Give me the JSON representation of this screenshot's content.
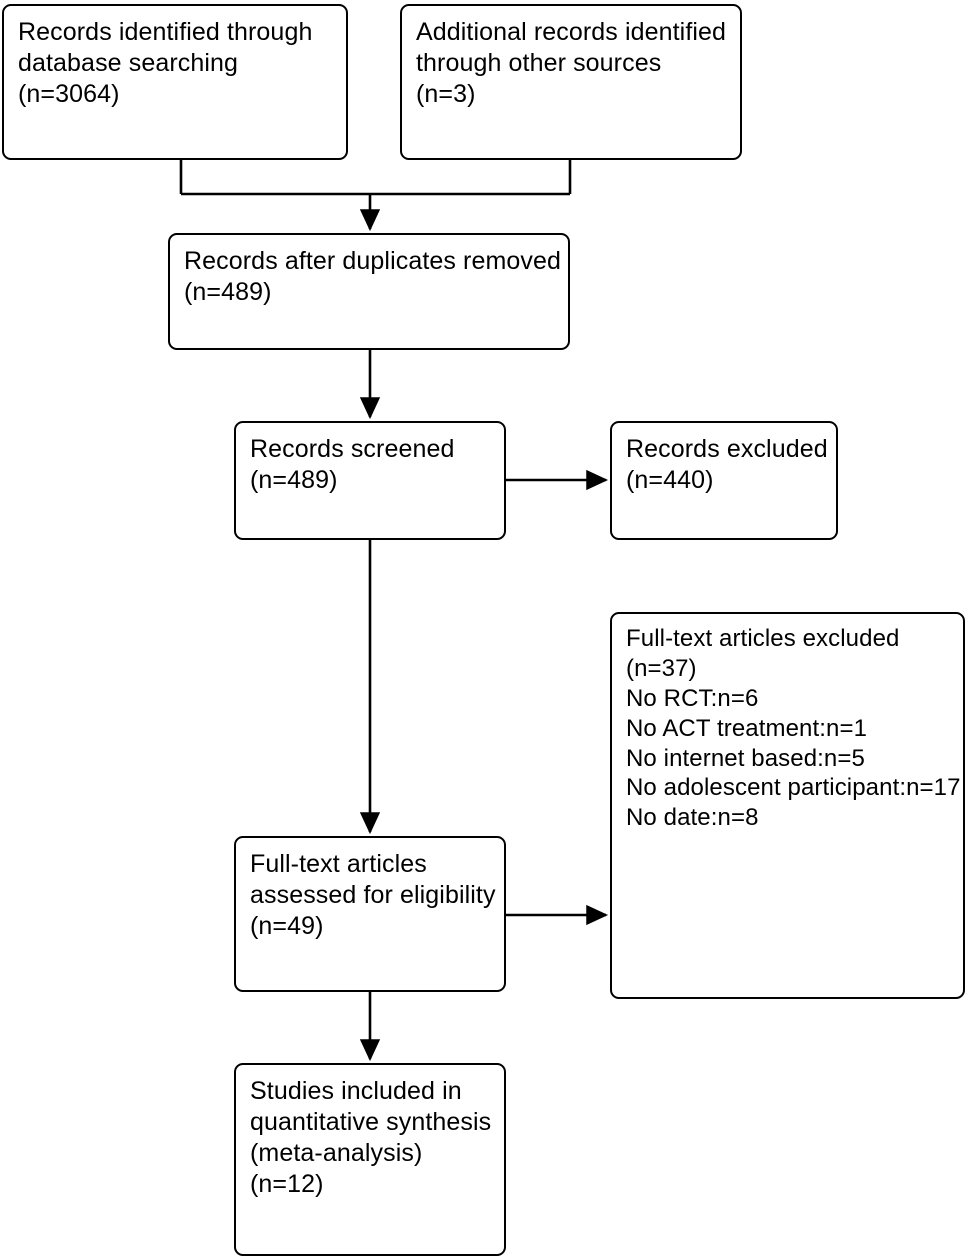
{
  "diagram": {
    "type": "prisma-flow-diagram",
    "title": "PRISMA study selection flow diagram",
    "stroke_color": "#000000",
    "fill_color": "#ffffff"
  },
  "nodes": {
    "db_search": {
      "name": "records-identified-database-searching",
      "line1": "Records identified through",
      "line2": "database searching",
      "count": "(n=3064)",
      "n": 3064
    },
    "other_sources": {
      "name": "additional-records-other-sources",
      "line1": "Additional records identified",
      "line2": "through other sources",
      "count": "(n=3)",
      "n": 3
    },
    "dedup": {
      "name": "records-after-duplicates-removed",
      "line1": "Records after duplicates removed",
      "count": "(n=489)",
      "n": 489
    },
    "screened": {
      "name": "records-screened",
      "line1": "Records screened",
      "count": "(n=489)",
      "n": 489
    },
    "records_excluded": {
      "name": "records-excluded",
      "line1": "Records excluded",
      "count": "(n=440)",
      "n": 440
    },
    "fulltext_excluded": {
      "name": "full-text-articles-excluded",
      "line1": "Full-text articles excluded",
      "count": "(n=37)",
      "n": 37,
      "reasons": [
        {
          "label": "No RCT:n=6",
          "reason": "No RCT",
          "n": 6
        },
        {
          "label": "No ACT treatment:n=1",
          "reason": "No ACT treatment",
          "n": 1
        },
        {
          "label": "No internet based:n=5",
          "reason": "No internet based",
          "n": 5
        },
        {
          "label": "No adolescent participant:n=17",
          "reason": "No adolescent participant",
          "n": 17
        },
        {
          "label": "No date:n=8",
          "reason": "No date",
          "n": 8
        }
      ]
    },
    "assessed": {
      "name": "full-text-articles-assessed-eligibility",
      "line1": "Full-text articles",
      "line2": "assessed for eligibility",
      "count": "(n=49)",
      "n": 49
    },
    "included": {
      "name": "studies-included-quantitative-synthesis",
      "line1": "Studies included in",
      "line2": "quantitative synthesis",
      "line3": "(meta-analysis)",
      "count": "(n=12)",
      "n": 12
    }
  }
}
